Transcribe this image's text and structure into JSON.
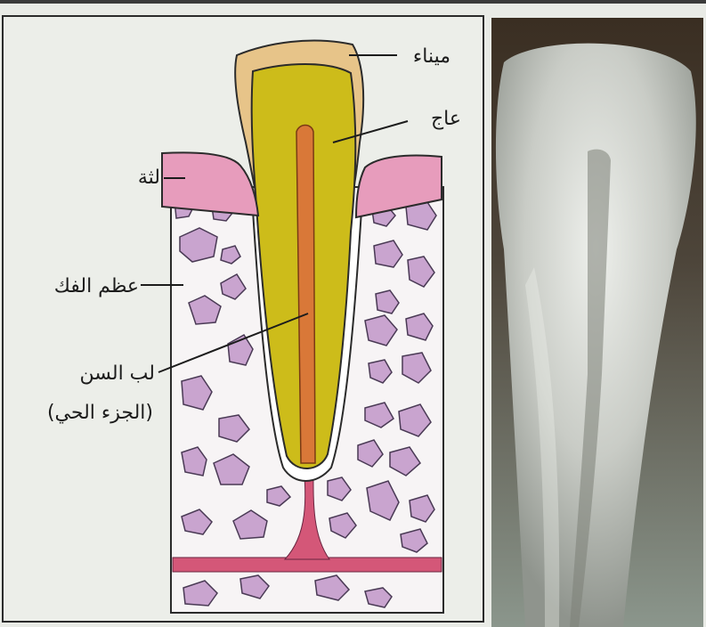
{
  "labels": {
    "enamel": "ميناء",
    "dentin": "عاج",
    "gum": "لثة",
    "jaw_bone": "عظم الفك",
    "pulp": "لب السن",
    "pulp_note": "(الجزء الحي)"
  },
  "colors": {
    "page_bg": "#e9ebe6",
    "frame": "#2b2b2b",
    "enamel": "#e7c489",
    "dentin": "#cdbc1a",
    "pulp": "#d97838",
    "gum": "#e79cbc",
    "bone_bg": "#f7f4f5",
    "bone_cell": "#c9a4cf",
    "bone_cell_stroke": "#4a3a55",
    "vessel": "#d45778",
    "xray_dark": "#3c3024",
    "xray_light": "#d9dcd6"
  }
}
